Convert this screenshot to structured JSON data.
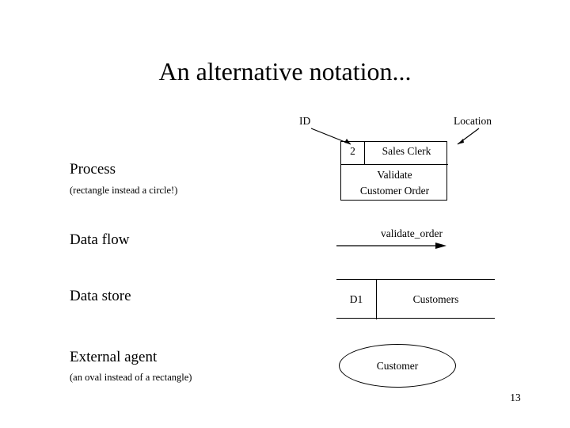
{
  "slide": {
    "title": "An alternative notation...",
    "page_number": "13"
  },
  "callouts": {
    "id_label": "ID",
    "location_label": "Location"
  },
  "rows": [
    {
      "label": "Process",
      "sub": "(rectangle instead a circle!)"
    },
    {
      "label": "Data flow",
      "sub": ""
    },
    {
      "label": "Data store",
      "sub": ""
    },
    {
      "label": "External agent",
      "sub": "(an oval instead of a rectangle)"
    }
  ],
  "process": {
    "id": "2",
    "location": "Sales Clerk",
    "name_line1": "Validate",
    "name_line2": "Customer Order"
  },
  "data_flow": {
    "label": "validate_order"
  },
  "data_store": {
    "id": "D1",
    "name": "Customers"
  },
  "external_agent": {
    "name": "Customer"
  },
  "colors": {
    "stroke": "#000000",
    "background": "#ffffff"
  }
}
